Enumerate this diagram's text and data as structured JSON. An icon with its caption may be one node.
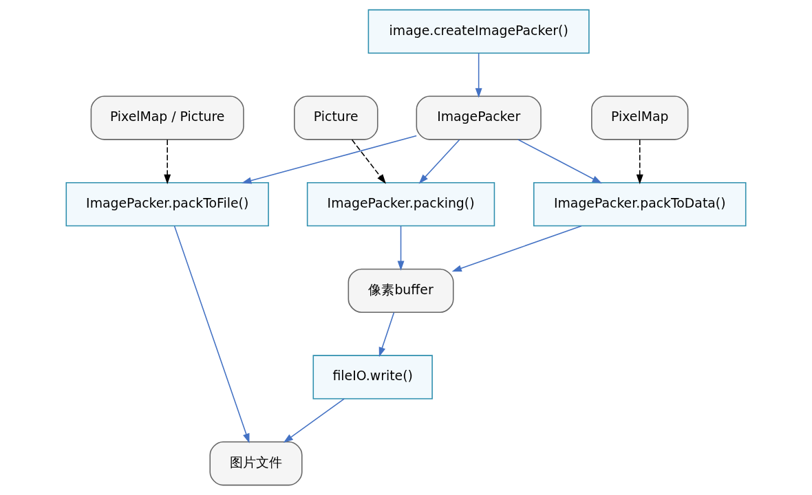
{
  "diagram": {
    "nodes": [
      {
        "text": [
          "image.createImagePacker()"
        ]
      },
      {
        "text": [
          "ImagePacker"
        ]
      },
      {
        "text": [
          "PixelMap / Picture"
        ]
      },
      {
        "text": [
          "PixelMap"
        ]
      },
      {
        "text": [
          "Picture"
        ]
      },
      {
        "text": [
          "ImagePacker.packToFile()"
        ]
      },
      {
        "text": [
          "ImagePacker.packToData()"
        ]
      },
      {
        "text": [
          "ImagePacker.packing()"
        ]
      },
      {
        "text": [
          "像素buffer"
        ]
      },
      {
        "text": [
          "fileIO.write()"
        ]
      },
      {
        "text": [
          "图片文件"
        ]
      }
    ],
    "edges": [
      {
        "from": 0,
        "to": 1,
        "arrow": "to"
      },
      {
        "from": 1,
        "to": 5,
        "arrow": "to"
      },
      {
        "from": 1,
        "to": 6,
        "arrow": "to"
      },
      {
        "from": 1,
        "to": 7,
        "arrow": "to"
      },
      {
        "from": 2,
        "to": 5,
        "arrow": "to",
        "style": "dashed",
        "color": "#000000"
      },
      {
        "from": 3,
        "to": 6,
        "arrow": "to",
        "style": "dashed",
        "color": "#000000"
      },
      {
        "from": 4,
        "to": 7,
        "arrow": "to",
        "style": "dashed",
        "color": "#000000"
      },
      {
        "from": 6,
        "to": 8,
        "arrow": "to"
      },
      {
        "from": 7,
        "to": 8,
        "arrow": "to"
      },
      {
        "from": 8,
        "to": 9,
        "arrow": "to"
      },
      {
        "from": 5,
        "to": 10,
        "arrow": "to"
      },
      {
        "from": 9,
        "to": 10,
        "arrow": "to"
      }
    ]
  }
}
